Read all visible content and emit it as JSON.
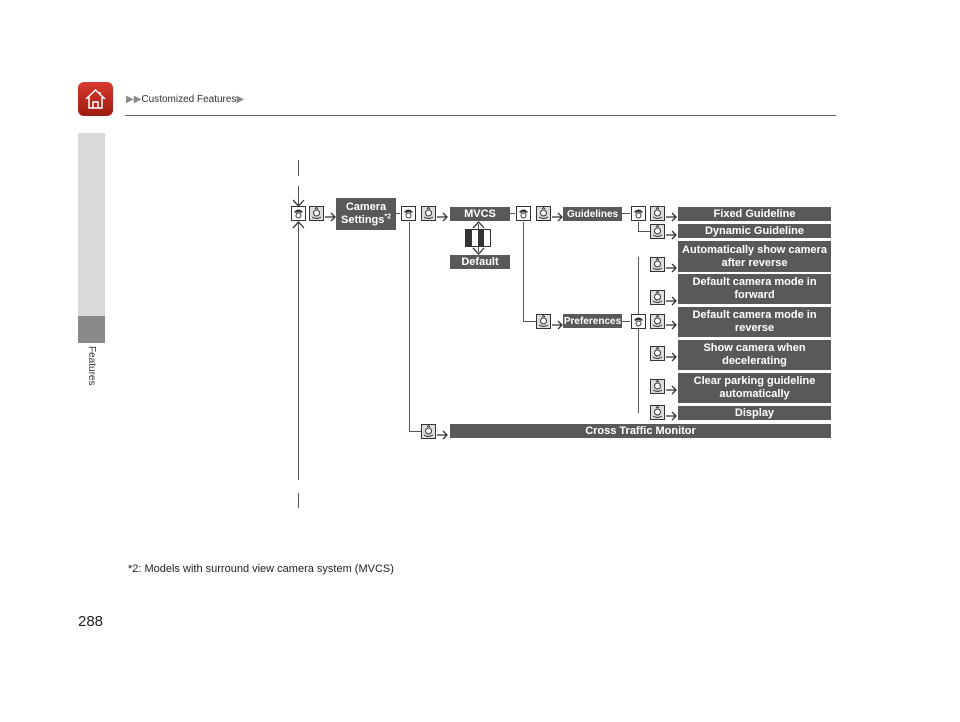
{
  "header": {
    "breadcrumb": "Customized Features",
    "home_icon": "home-icon"
  },
  "sidebar": {
    "label": "Features"
  },
  "diagram": {
    "camera_settings": "Camera Settings",
    "camera_settings_note": "*2",
    "mvcs": "MVCS",
    "default": "Default",
    "guidelines": "Guidelines",
    "preferences": "Preferences",
    "fixed_guideline": "Fixed Guideline",
    "dynamic_guideline": "Dynamic Guideline",
    "auto_show": "Automatically show camera after reverse",
    "default_forward": "Default camera mode in forward",
    "default_reverse": "Default camera mode in reverse",
    "show_decel": "Show camera when decelerating",
    "clear_parking": "Clear parking guideline automatically",
    "display": "Display",
    "cross_traffic": "Cross Traffic Monitor"
  },
  "footnote": "*2: Models with surround view camera system (MVCS)",
  "page_number": "288",
  "colors": {
    "box": "#58595b",
    "home": "#c0261d"
  }
}
